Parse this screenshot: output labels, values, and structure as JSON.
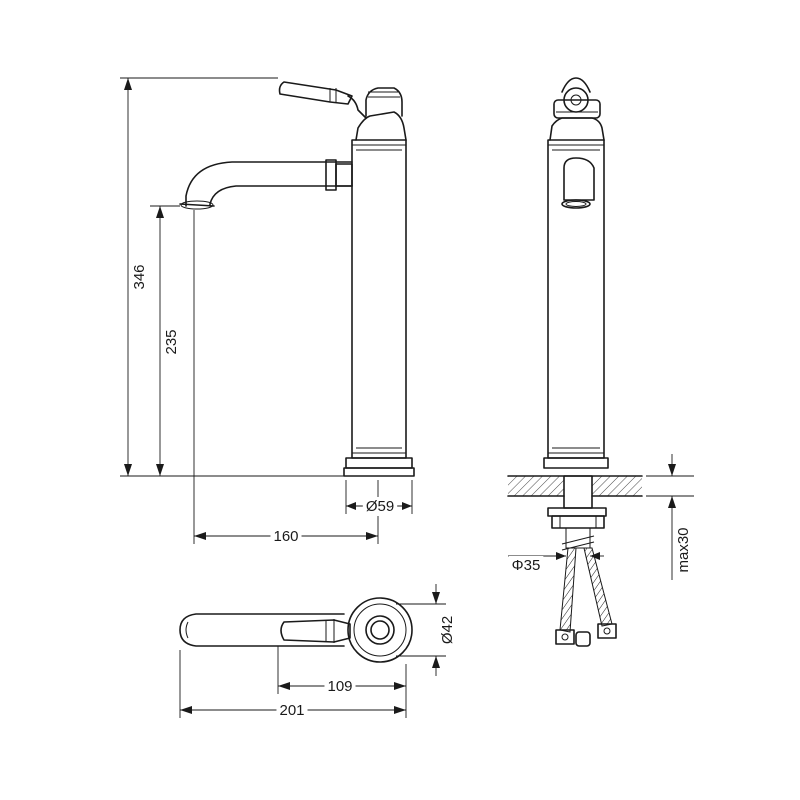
{
  "dimensions": {
    "total_height": "346",
    "spout_height": "235",
    "spout_reach": "160",
    "base_diameter": "Ø59",
    "thread_diameter": "Φ35",
    "max_worktop": "max30",
    "body_diameter": "Ø42",
    "handle_reach": "109",
    "total_length": "201"
  }
}
